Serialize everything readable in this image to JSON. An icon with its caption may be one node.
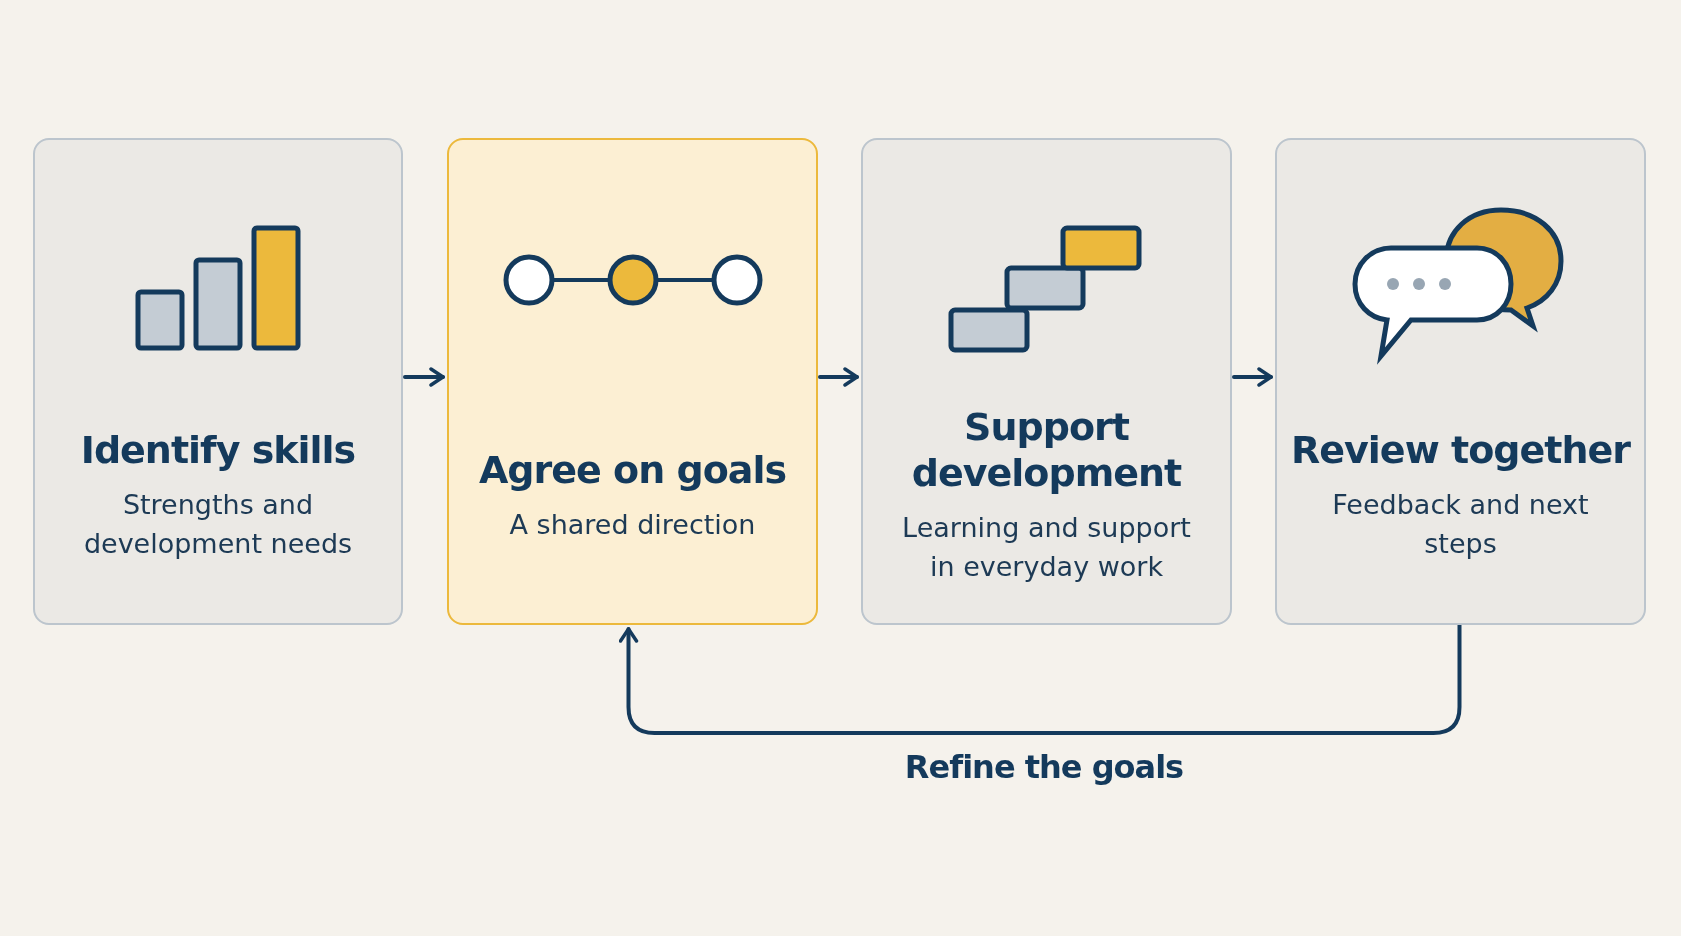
{
  "diagram": {
    "nodes": [
      {
        "text": [
          "Identify skills",
          "Strengths and development needs"
        ]
      },
      {
        "text": [
          "Agree on goals",
          "A shared direction"
        ]
      },
      {
        "text": [
          "Support development",
          "Learning and support in everyday work"
        ]
      },
      {
        "text": [
          "Review together",
          "Feedback and next steps"
        ]
      }
    ],
    "edges": [
      {
        "from": 0,
        "to": 1,
        "arrow": "to"
      },
      {
        "from": 1,
        "to": 2,
        "arrow": "to"
      },
      {
        "from": 2,
        "to": 3,
        "arrow": "to"
      },
      {
        "from": 3,
        "to": 1,
        "arrow": "to",
        "label": "Refine the goals"
      }
    ]
  }
}
